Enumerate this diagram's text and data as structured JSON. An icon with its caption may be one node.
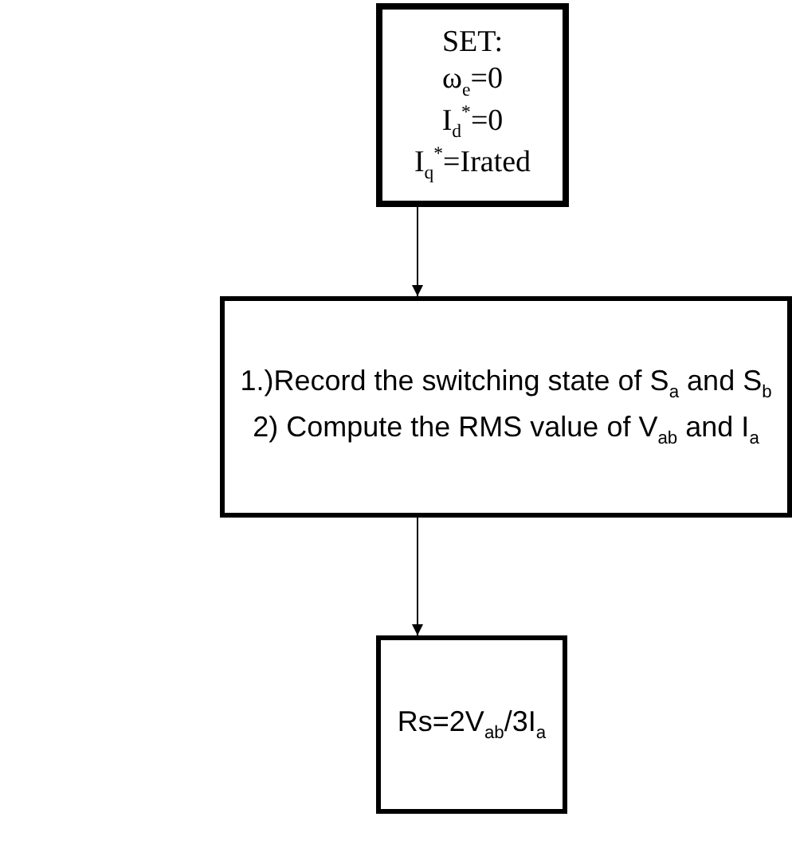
{
  "diagram": {
    "nodes": [
      {
        "text": [
          "SET:",
          "ω$_{e}$=0",
          "I$_{d}$$^{*}$=0",
          "I$_{q}$$^{*}$=Irated"
        ]
      },
      {
        "text": [
          "1.)Record the switching state of S$_{a}$ and S$_{b}$",
          "2) Compute the RMS value of V$_{ab}$ and I$_{a}$"
        ]
      },
      {
        "text": [
          "Rs=2V$_{ab}$/3I$_{a}$"
        ]
      }
    ],
    "edges": [
      {
        "from": 0,
        "to": 1,
        "arrow": "to"
      },
      {
        "from": 1,
        "to": 2,
        "arrow": "to"
      }
    ]
  }
}
